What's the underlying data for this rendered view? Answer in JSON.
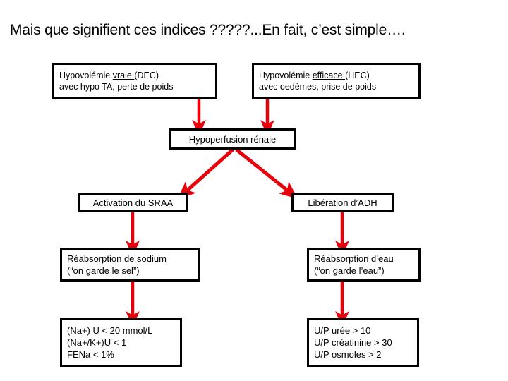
{
  "slide": {
    "title": "Mais que signifient ces indices ?????...En fait, c’est simple….",
    "accent_color": "#E8000B",
    "box_border_color": "#000000",
    "background_color": "#FFFFFF"
  },
  "nodes": {
    "hypovolemie_vraie": {
      "name": "Hypovolémie vraie (DEC)",
      "line1_prefix": "Hypovolémie ",
      "line1_underlined": "vraie ",
      "line1_suffix": "(DEC)",
      "line2": "avec hypo TA, perte de poids"
    },
    "hypovolemie_efficace": {
      "name": "Hypovolémie efficace (HEC)",
      "line1_prefix": "Hypovolémie ",
      "line1_underlined": "efficace ",
      "line1_suffix": "(HEC)",
      "line2": "avec oedèmes, prise de poids"
    },
    "hypoperfusion": {
      "line1": "Hypoperfusion rénale"
    },
    "activation_sraa": {
      "line1": "Activation du SRAA"
    },
    "liberation_adh": {
      "line1": "Libération d’ADH"
    },
    "reabsorption_sodium": {
      "line1": "Réabsorption de sodium",
      "line2": "(“on garde le sel”)"
    },
    "reabsorption_eau": {
      "line1": "Réabsorption d’eau",
      "line2": "(“on garde l’eau”)"
    },
    "indices_sodium": {
      "line1": "(Na+) U < 20 mmol/L",
      "line2": "(Na+/K+)U < 1",
      "line3": "FENa < 1%"
    },
    "indices_uree": {
      "line1": "U/P urée > 10",
      "line2": "U/P créatinine > 30",
      "line3": "U/P osmoles > 2"
    }
  },
  "arrows": [
    {
      "id": "arrow-vraie-to-hypoperfusion",
      "from": "hypovolemie_vraie",
      "to": "hypoperfusion"
    },
    {
      "id": "arrow-efficace-to-hypoperfusion",
      "from": "hypovolemie_efficace",
      "to": "hypoperfusion"
    },
    {
      "id": "arrow-hypoperfusion-to-sraa",
      "from": "hypoperfusion",
      "to": "activation_sraa"
    },
    {
      "id": "arrow-hypoperfusion-to-adh",
      "from": "hypoperfusion",
      "to": "liberation_adh"
    },
    {
      "id": "arrow-sraa-to-sodium",
      "from": "activation_sraa",
      "to": "reabsorption_sodium"
    },
    {
      "id": "arrow-adh-to-eau",
      "from": "liberation_adh",
      "to": "reabsorption_eau"
    },
    {
      "id": "arrow-sodium-to-indices",
      "from": "reabsorption_sodium",
      "to": "indices_sodium"
    },
    {
      "id": "arrow-eau-to-indices",
      "from": "reabsorption_eau",
      "to": "indices_uree"
    }
  ]
}
